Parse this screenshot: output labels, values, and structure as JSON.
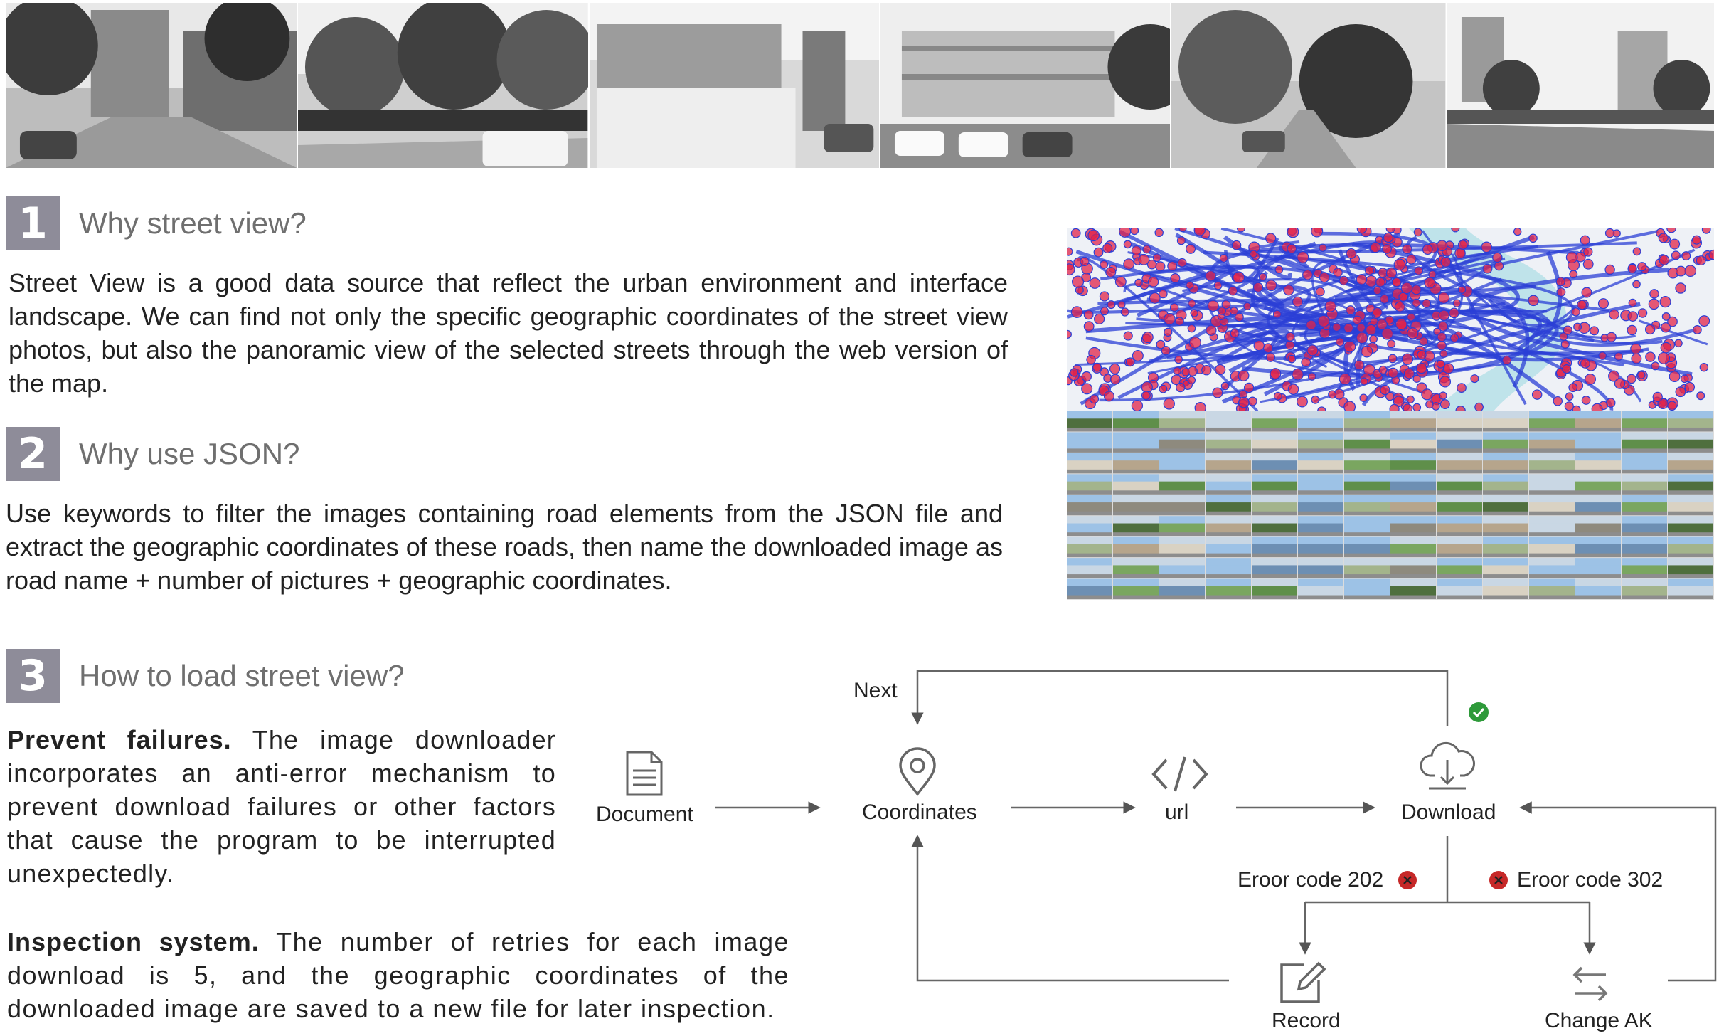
{
  "sections": [
    {
      "number": "1",
      "title": "Why street view?",
      "body": "Street View is a good data source that reflect the urban environment and interface landscape. We can find not only the specific geographic coordinates of the street view photos, but also the panoramic view of the selected streets through the web version of the map."
    },
    {
      "number": "2",
      "title": "Why use JSON?",
      "body": "Use keywords to filter the images containing road elements from the JSON file and extract the geographic coordinates of these roads, then name the downloaded image as road name + number of pictures + geographic coordinates."
    },
    {
      "number": "3",
      "title": "How to load street view?",
      "prevent_bold": "Prevent failures.",
      "prevent_text": " The image downloader incorporates an anti-error mechanism to prevent download failures or other factors that cause the program to be interrupted unexpectedly.",
      "inspect_bold": "Inspection system.",
      "inspect_text": " The number of retries for each image download is 5, and the geographic coordinates of the downloaded image are saved to a new file for later inspection."
    }
  ],
  "flowchart": {
    "nodes": {
      "document": "Document",
      "coordinates": "Coordinates",
      "url": "url",
      "download": "Download",
      "record": "Record",
      "change_ak": "Change AK"
    },
    "next_label": "Next",
    "error_202": "Eroor code 202",
    "error_302": "Eroor code 302",
    "icons": [
      "document-icon",
      "location-pin-icon",
      "code-icon",
      "cloud-download-icon",
      "edit-icon",
      "swap-arrows-icon",
      "success-check-icon",
      "error-x-icon"
    ]
  },
  "colors": {
    "section_badge": "#8e8c99",
    "section_title": "#6f6f6f",
    "success": "#2e9a3a",
    "error": "#c62828",
    "map_roads": "#2b3fd6",
    "map_points": "#e0234a"
  }
}
